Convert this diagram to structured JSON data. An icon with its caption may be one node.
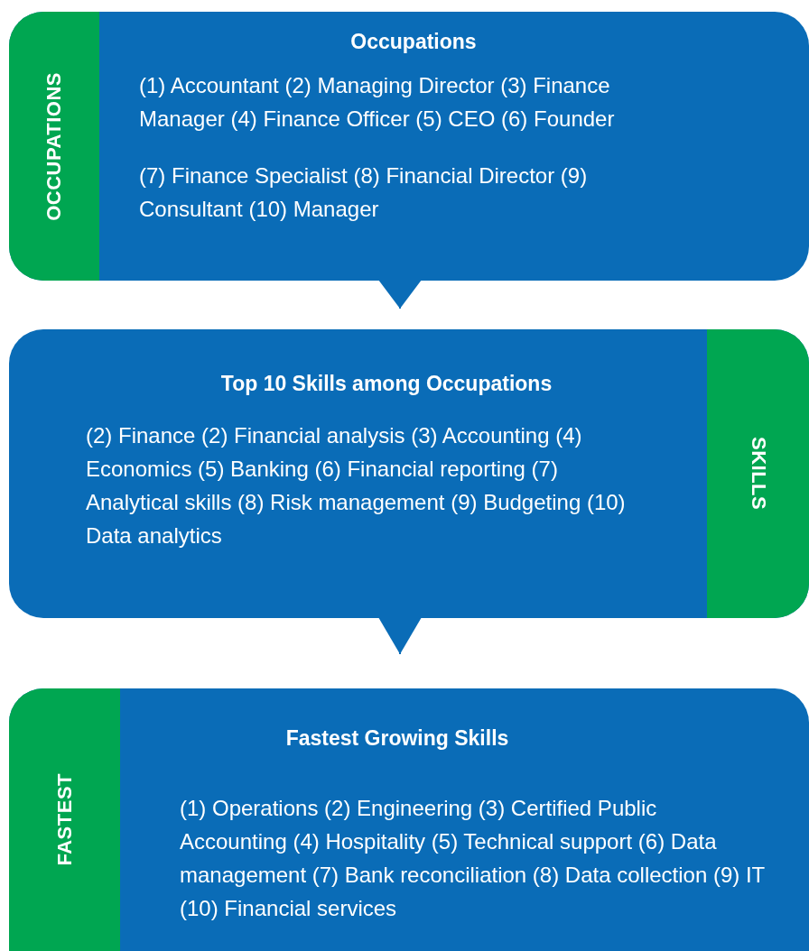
{
  "diagram": {
    "nodes": [
      {
        "text": [
          "Occupations",
          "(1) Accountant (2) Managing Director (3) Finance Manager (4) Finance Officer (5) CEO (6) Founder",
          "(7) Finance Specialist (8) Financial Director (9) Consultant (10) Manager"
        ]
      },
      {
        "text": [
          "OCCUPATIONS"
        ],
        "in": 0
      },
      {
        "text": [
          "Top 10 Skills among Occupations",
          "(2) Finance (2) Financial analysis (3) Accounting (4) Economics (5) Banking (6) Financial reporting (7) Analytical skills (8) Risk management (9) Budgeting (10) Data analytics"
        ]
      },
      {
        "text": [
          "SKILLS"
        ],
        "in": 2
      },
      {
        "text": [
          "Fastest Growing Skills",
          "(1) Operations (2) Engineering (3) Certified Public Accounting (4) Hospitality (5) Technical support (6) Data management (7) Bank reconciliation (8) Data collection (9) IT (10) Financial services"
        ]
      },
      {
        "text": [
          "FASTEST"
        ],
        "in": 4
      }
    ],
    "edges": [
      {
        "from": 0,
        "to": 2,
        "arrow": "to"
      },
      {
        "from": 2,
        "to": 4,
        "arrow": "to"
      }
    ]
  }
}
